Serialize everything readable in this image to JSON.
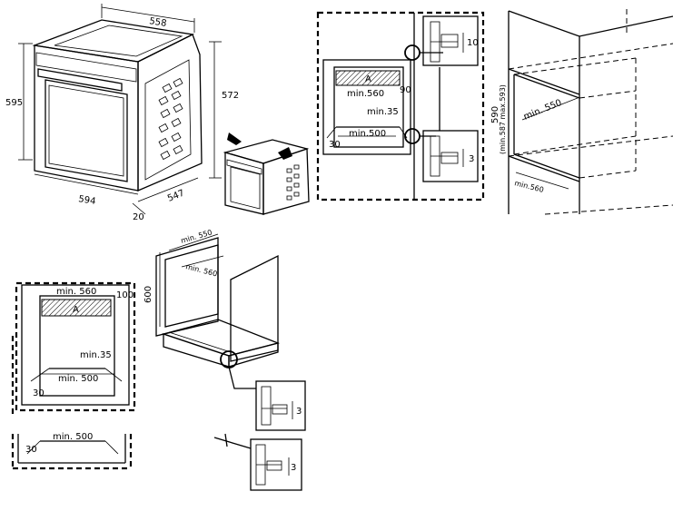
{
  "oven_dimensions": {
    "width_top": "558",
    "height_front": "595",
    "height_back": "572",
    "width_bottom": "594",
    "depth": "547",
    "front_panel": "20"
  },
  "column_installation": {
    "niche_width": "min.560",
    "vent_height": "90",
    "vent_label": "A",
    "min_35": "min.35",
    "min_500": "min.500",
    "gap_30": "30",
    "detail_top": "10",
    "detail_bottom": "3"
  },
  "cabinet_column": {
    "depth": "min. 550",
    "height_main": "590",
    "height_range": "(min.587 max.593)",
    "width": "min.560"
  },
  "under_counter": {
    "depth": "min. 550",
    "width": "min. 560",
    "height": "600",
    "detail_a": "3",
    "detail_b": "3"
  },
  "under_counter_front": {
    "width": "min. 560",
    "vent_height": "100",
    "vent_label": "A",
    "min_35": "min.35",
    "min_500": "min. 500",
    "gap_30": "30",
    "min_500_lower": "min. 500",
    "gap_30_lower": "30"
  }
}
